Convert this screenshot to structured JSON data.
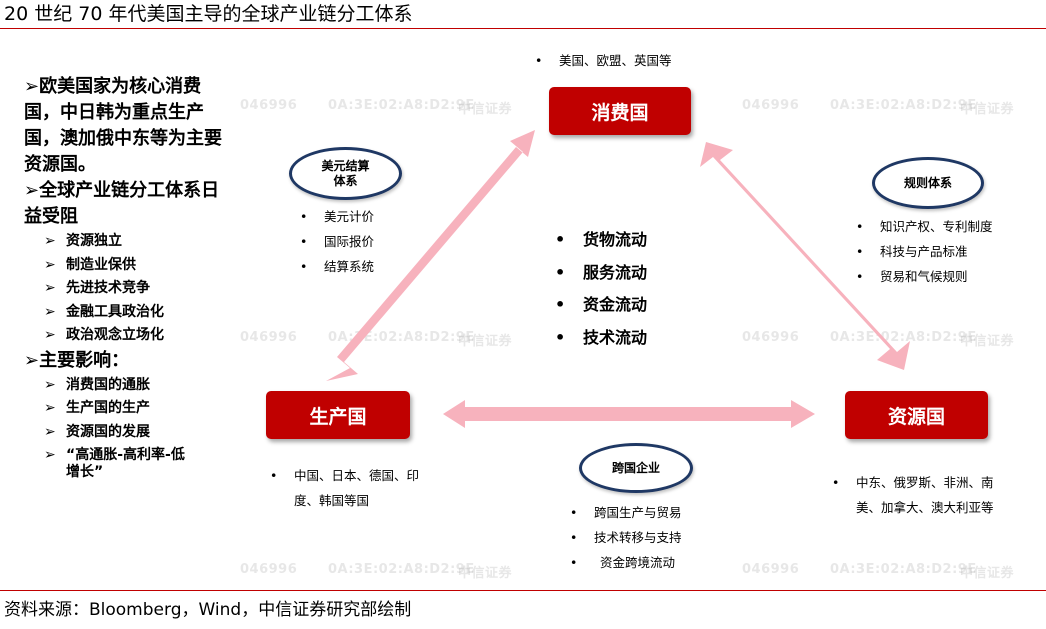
{
  "title": "20 世纪 70 年代美国主导的全球产业链分工体系",
  "source": "资料来源：Bloomberg，Wind，中信证券研究部绘制",
  "watermark": {
    "left": "046996",
    "middle": "0A:3E:02:A8:D2:9E",
    "right": "中信证券"
  },
  "left_panel": {
    "heading1": "➢欧美国家为核心消费国，中日韩为重点生产国，澳加俄中东等为主要资源国。",
    "heading2": "➢全球产业链分工体系日益受阻",
    "sub2": [
      "资源独立",
      "制造业保供",
      "先进技术竞争",
      "金融工具政治化",
      "政治观念立场化"
    ],
    "heading3": "➢主要影响：",
    "sub3": [
      "消费国的通胀",
      "生产国的生产",
      "资源国的发展",
      "“高通胀-高利率-低增长”"
    ]
  },
  "nodes": {
    "consumer": {
      "label": "消费国",
      "bullets": [
        "美国、欧盟、英国等"
      ]
    },
    "producer": {
      "label": "生产国",
      "bullets": [
        "中国、日本、德国、印度、韩国等国"
      ]
    },
    "resource": {
      "label": "资源国",
      "bullets": [
        "中东、俄罗斯、非洲、南美、加拿大、澳大利亚等"
      ]
    }
  },
  "ellipses": {
    "usd": {
      "label": "美元结算体系",
      "bullets": [
        "美元计价",
        "国际报价",
        "结算系统"
      ]
    },
    "rules": {
      "label": "规则体系",
      "bullets": [
        "知识产权、专利制度",
        "科技与产品标准",
        "贸易和气候规则"
      ]
    },
    "mnc": {
      "label": "跨国企业",
      "bullets": [
        "跨国生产与贸易",
        "技术转移与支持",
        "资金跨境流动"
      ]
    }
  },
  "flows": [
    "货物流动",
    "服务流动",
    "资金流动",
    "技术流动"
  ],
  "colors": {
    "box": "#c00000",
    "arrow": "#f7b2bd",
    "ellipse_border": "#1f3864",
    "rule": "#c00000"
  }
}
